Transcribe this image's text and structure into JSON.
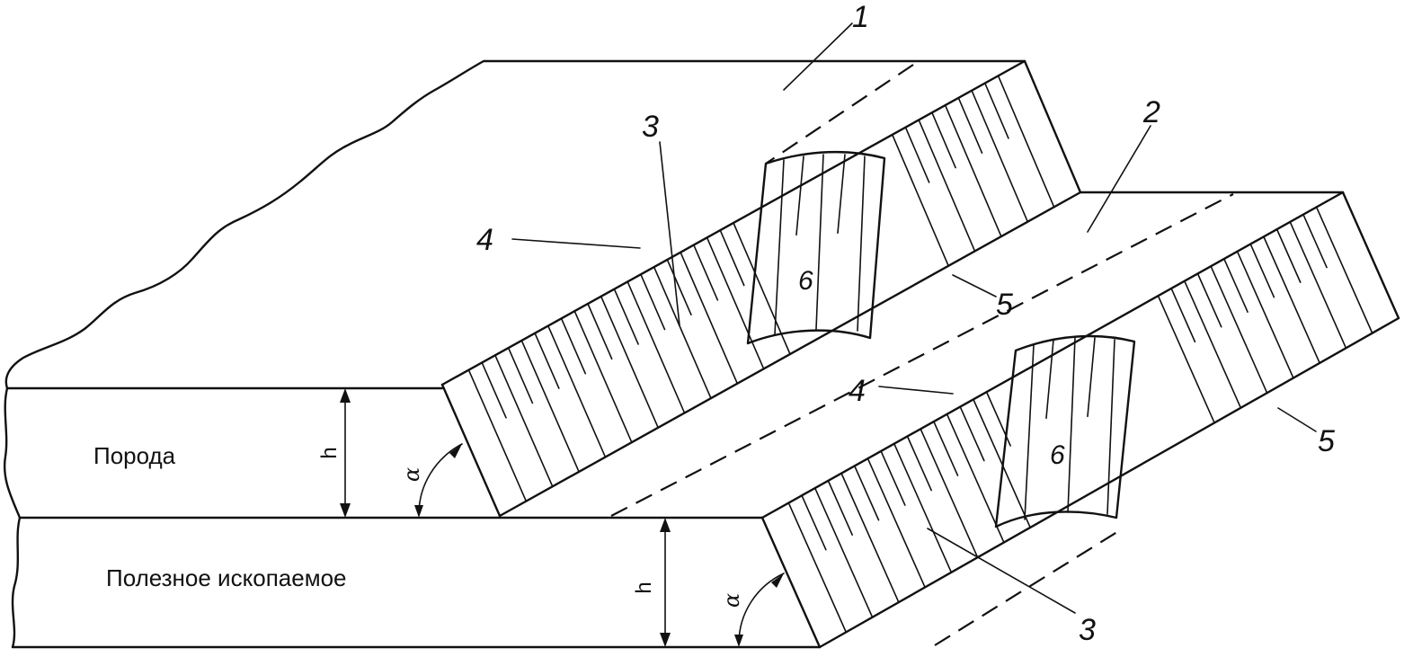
{
  "layers": {
    "overburden": "Порода",
    "mineral": "Полезное ископаемое"
  },
  "dimensions": {
    "thickness_symbol": "h",
    "angle_symbol": "α"
  },
  "callouts": {
    "c1": "1",
    "c2": "2",
    "c3_upper": "3",
    "c3_lower": "3",
    "c4_upper": "4",
    "c4_lower": "4",
    "c5_upper": "5",
    "c5_lower": "5",
    "c6_upper": "6",
    "c6_lower": "6"
  }
}
